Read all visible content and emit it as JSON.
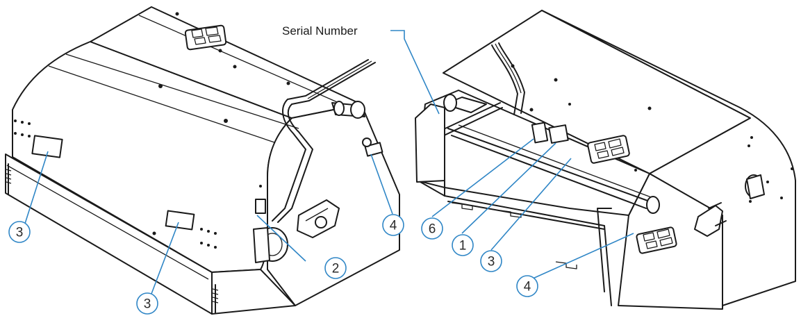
{
  "serial_label": "Serial Number",
  "colors": {
    "leader": "#2f86c6",
    "line": "#1a1a1a"
  },
  "callouts": [
    {
      "id": "left-3-upper",
      "label": "3"
    },
    {
      "id": "left-3-lower",
      "label": "3"
    },
    {
      "id": "left-2",
      "label": "2"
    },
    {
      "id": "left-4",
      "label": "4"
    },
    {
      "id": "right-6",
      "label": "6"
    },
    {
      "id": "right-1",
      "label": "1"
    },
    {
      "id": "right-3",
      "label": "3"
    },
    {
      "id": "right-4",
      "label": "4"
    }
  ]
}
